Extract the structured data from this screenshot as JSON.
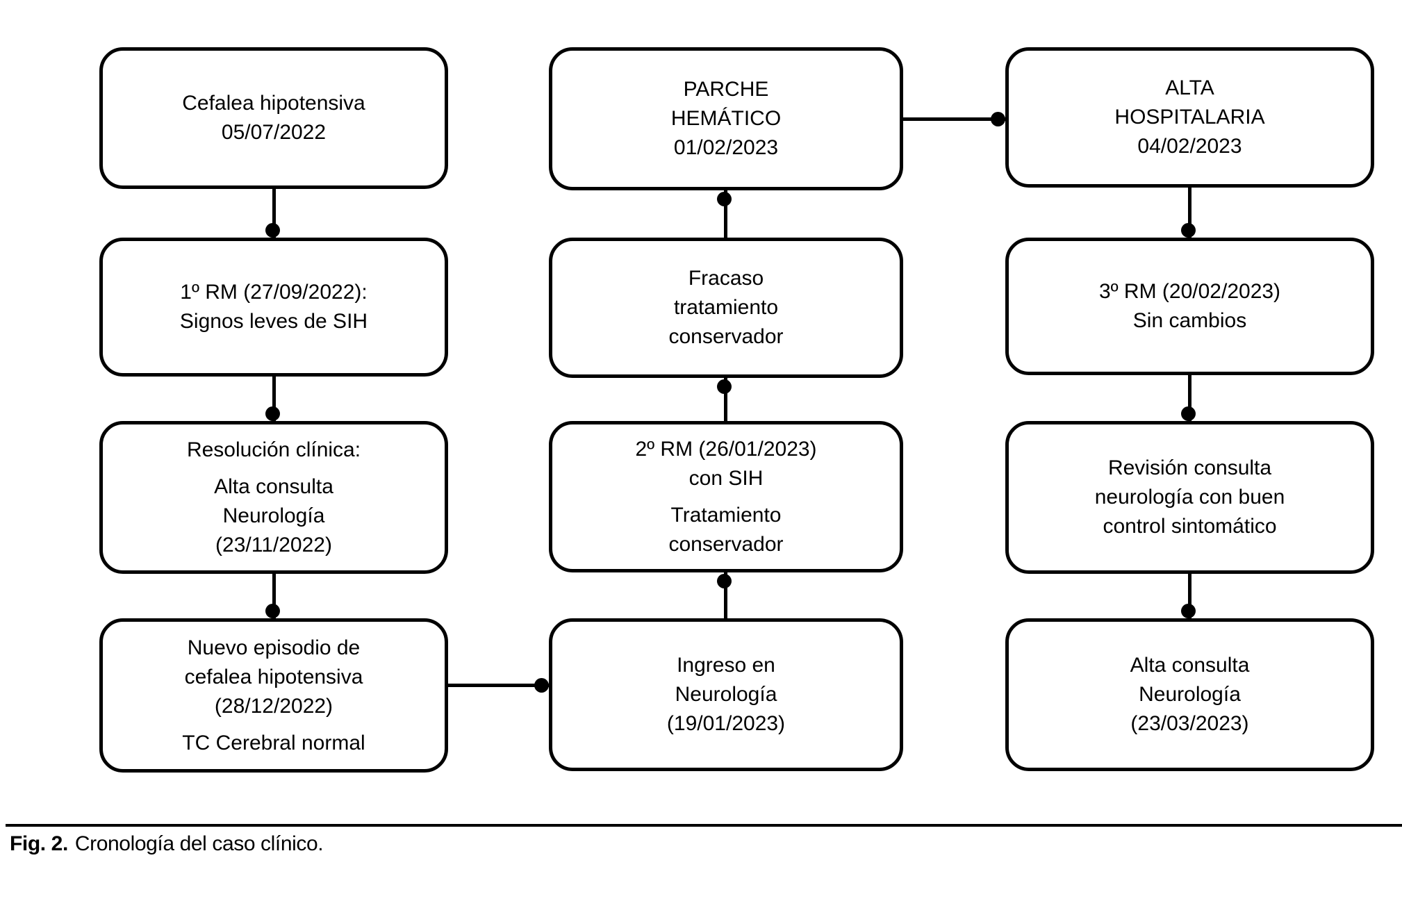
{
  "figure": {
    "caption_label": "Fig. 2.",
    "caption_text": "Cronología del caso clínico."
  },
  "colors": {
    "line": "#000000",
    "background": "#ffffff",
    "text": "#000000"
  },
  "boxes": [
    {
      "id": "cefalea-hipotensiva",
      "paragraphs": [
        "Cefalea hipotensiva\n05/07/2022"
      ]
    },
    {
      "id": "rm1",
      "paragraphs": [
        "1º RM (27/09/2022):\nSignos leves de SIH"
      ]
    },
    {
      "id": "resolucion-clinica",
      "paragraphs": [
        "Resolución clínica:",
        "Alta consulta\nNeurología\n(23/11/2022)"
      ]
    },
    {
      "id": "nuevo-episodio",
      "paragraphs": [
        "Nuevo episodio de\ncefalea hipotensiva\n(28/12/2022)",
        "TC Cerebral normal"
      ]
    },
    {
      "id": "parche-hematico",
      "paragraphs": [
        "PARCHE\nHEMÁTICO\n01/02/2023"
      ]
    },
    {
      "id": "fracaso-tratamiento",
      "paragraphs": [
        "Fracaso\ntratamiento\nconservador"
      ]
    },
    {
      "id": "rm2",
      "paragraphs": [
        "2º RM (26/01/2023)\ncon SIH",
        "Tratamiento\nconservador"
      ]
    },
    {
      "id": "ingreso-neurologia",
      "paragraphs": [
        "Ingreso en\nNeurología\n(19/01/2023)"
      ]
    },
    {
      "id": "alta-hospitalaria",
      "paragraphs": [
        "ALTA\nHOSPITALARIA\n04/02/2023"
      ]
    },
    {
      "id": "rm3",
      "paragraphs": [
        "3º RM (20/02/2023)\nSin cambios"
      ]
    },
    {
      "id": "revision-consulta",
      "paragraphs": [
        "Revisión consulta\nneurología con buen\ncontrol sintomático"
      ]
    },
    {
      "id": "alta-consulta-neurologia",
      "paragraphs": [
        "Alta consulta\nNeurología\n(23/03/2023)"
      ]
    }
  ]
}
